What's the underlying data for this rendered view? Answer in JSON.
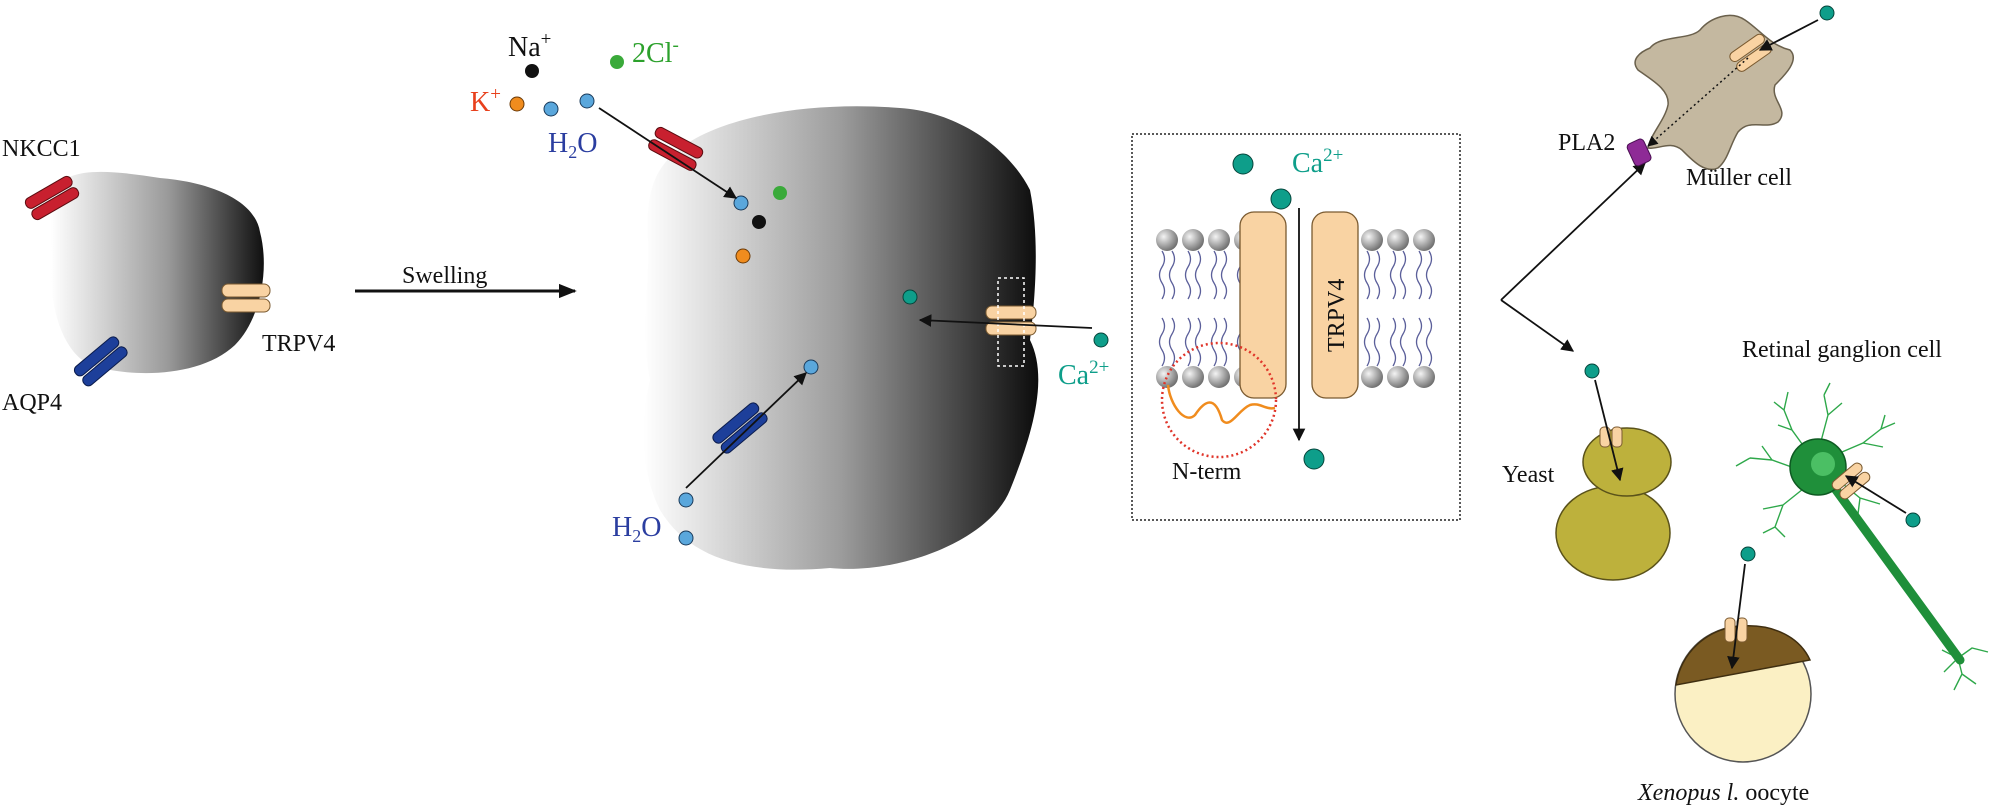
{
  "labels": {
    "nkcc1": "NKCC1",
    "aqp4": "AQP4",
    "trpv4_small": "TRPV4",
    "swelling": "Swelling",
    "na": "Na",
    "na_sup": "+",
    "cl": "2Cl",
    "cl_sup": "-",
    "k": "K",
    "k_sup": "+",
    "h2o_top_h": "H",
    "h2o_top_sub": "2",
    "h2o_top_o": "O",
    "h2o_bottom_h": "H",
    "h2o_bottom_sub": "2",
    "h2o_bottom_o": "O",
    "ca_cell": "Ca",
    "ca_cell_sup": "2+",
    "ca_inset": "Ca",
    "ca_inset_sup": "2+",
    "trpv4_inset": "TRPV4",
    "nterm": "N-term",
    "pla2": "PLA2",
    "muller": "Müller cell",
    "yeast": "Yeast",
    "rgc": "Retinal ganglion cell",
    "xenopus_italic": "Xenopus l.",
    "xenopus_rest": " oocyte"
  },
  "colors": {
    "nkcc1": "#c8202f",
    "aqp4": "#1d3f9a",
    "trpv4_channel": "#f9d3a3",
    "ca_ion": "#0e9e8a",
    "na_ion": "#111111",
    "k_ion": "#f08c1e",
    "cl_ion": "#3aaa3a",
    "h2o_ion": "#5aa7dc",
    "k_text": "#e8401c",
    "cl_text": "#2ca12c",
    "h2o_text": "#2b3ea0",
    "ca_text": "#0e9e8a",
    "pla2": "#8e2a96",
    "muller": "#c4b8a0",
    "yeast": "#bdb13c",
    "rgc": "#1f8f3a",
    "oocyte_top": "#7a5a22",
    "oocyte_bottom": "#fbf0c4",
    "nterm_line": "#f08c1e",
    "nterm_circle": "#e0352a"
  }
}
